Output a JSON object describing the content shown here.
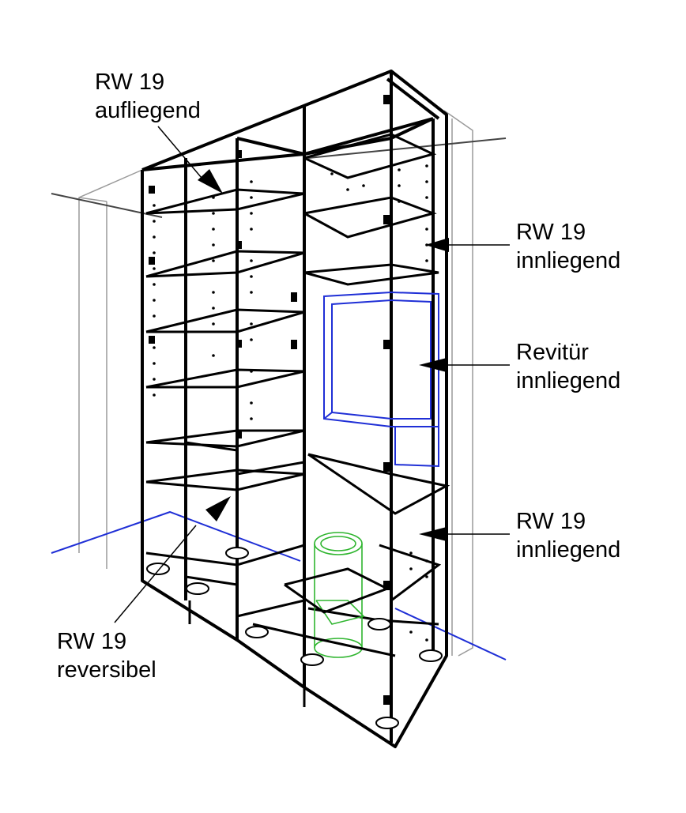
{
  "labels": {
    "top": {
      "line1": "RW 19",
      "line2": "aufliegend"
    },
    "right_upper": {
      "line1": "RW 19",
      "line2": "innliegend"
    },
    "right_middle": {
      "line1": "Revitür",
      "line2": "innliegend"
    },
    "right_lower": {
      "line1": "RW 19",
      "line2": "innliegend"
    },
    "bottom_left": {
      "line1": "RW 19",
      "line2": "reversibel"
    }
  },
  "colors": {
    "frame": "#000000",
    "outline": "#9a9a9a",
    "niche": "#1f2fd6",
    "toilet": "#2fb52f"
  }
}
